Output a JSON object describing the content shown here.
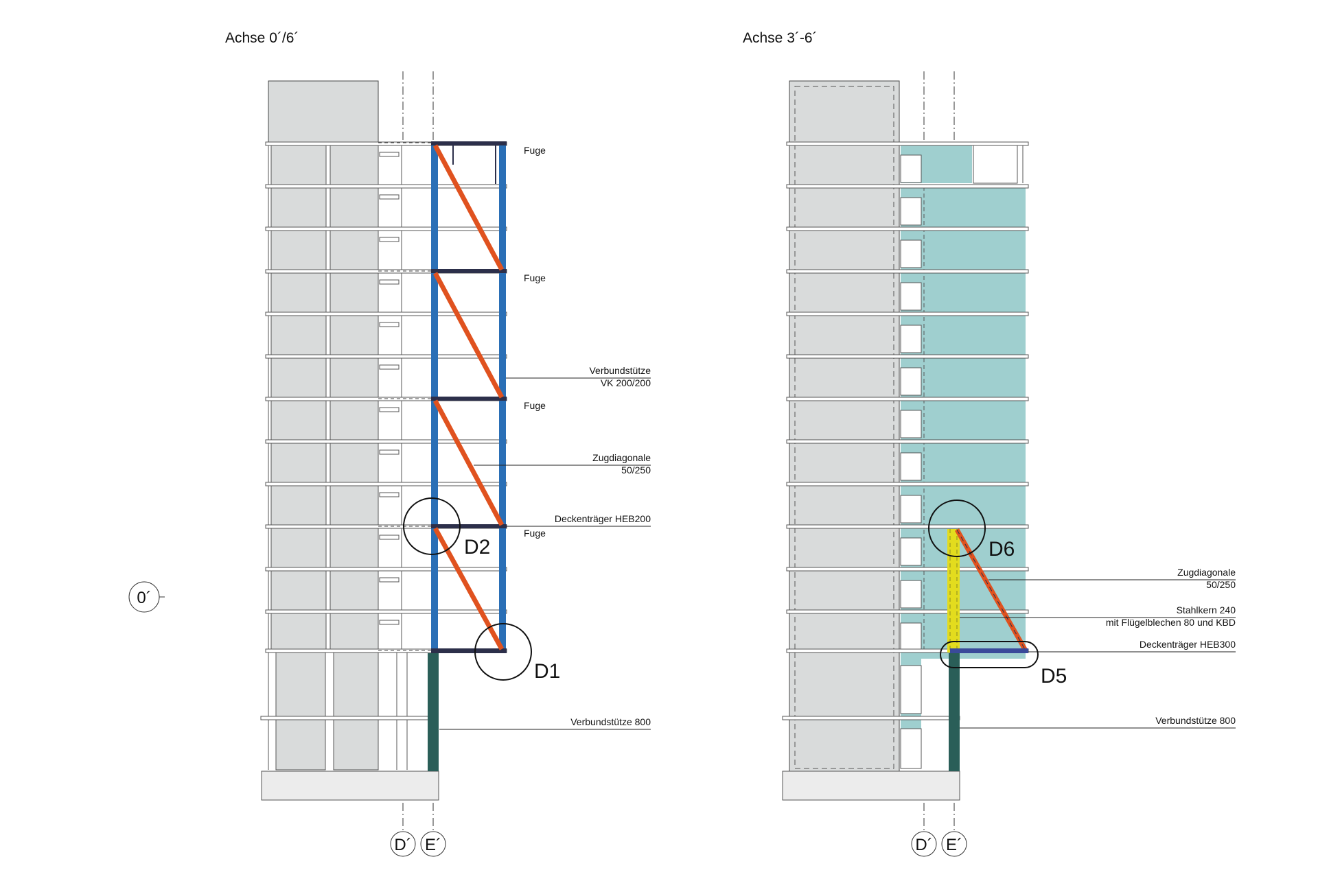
{
  "titles": {
    "left": "Achse 0´/6´",
    "right": "Achse 3´-6´"
  },
  "level_marker": "0´",
  "axes": {
    "d": "D´",
    "e": "E´"
  },
  "left_labels": {
    "fuge": "Fuge",
    "verbund_line1": "Verbundstütze",
    "verbund_line2": "VK 200/200",
    "zug_line1": "Zugdiagonale",
    "zug_line2": "50/250",
    "decken": "Deckenträger HEB200",
    "verbund800": "Verbundstütze 800"
  },
  "right_labels": {
    "zug_line1": "Zugdiagonale",
    "zug_line2": "50/250",
    "stahl_line1": "Stahlkern 240",
    "stahl_line2": "mit Flügelblechen 80 und KBD",
    "decken": "Deckenträger HEB300",
    "verbund800": "Verbundstütze 800"
  },
  "details": {
    "d1": "D1",
    "d2": "D2",
    "d5": "D5",
    "d6": "D6"
  },
  "colors": {
    "core_grey": "#d9dbdb",
    "bracing_blue": "#2a6fb6",
    "diagonal_orange": "#e0521f",
    "column_green": "#2a5e58",
    "infill_teal": "#9fcfcf",
    "steel_core_yellow": "#e3dc1e",
    "beam_navy": "#2c2f4a"
  }
}
